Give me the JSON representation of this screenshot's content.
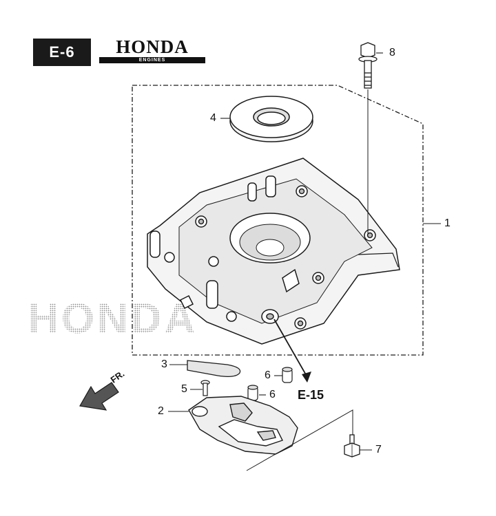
{
  "header": {
    "section_code": "E-6",
    "brand": "HONDA",
    "brand_sub": "ENGINES"
  },
  "watermark": "HONDA",
  "callouts": {
    "c1": "1",
    "c2": "2",
    "c3": "3",
    "c4": "4",
    "c5": "5",
    "c6a": "6",
    "c6b": "6",
    "c7": "7",
    "c8": "8"
  },
  "reference": "E-15",
  "direction": "FR.",
  "parts": {
    "crankcase_cover": "crankcase-cover",
    "oil_seal": "oil-seal",
    "flange_bolt_long": "flange-bolt",
    "oil_filter_screen": "oil-filter-screen",
    "gasket_plate": "plate",
    "screw": "screw",
    "dowel_pins": "dowel-pin",
    "drain_bolt": "drain-bolt"
  },
  "colors": {
    "line": "#1a1a1a",
    "dotted": "#9a9a9a",
    "fill_light": "#f2f2f2",
    "fill_mid": "#d9d9d9"
  }
}
